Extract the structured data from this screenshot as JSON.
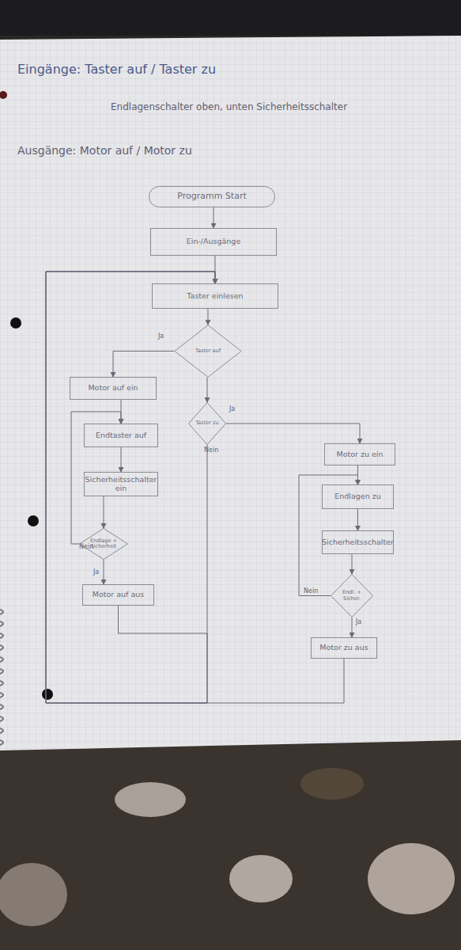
{
  "diagram": {
    "nodes": [
      {
        "text": [
          "Programm Start"
        ]
      },
      {
        "text": [
          "Ein-/Ausgänge"
        ]
      },
      {
        "text": [
          "Taster einlesen"
        ]
      },
      {
        "text": [
          "Taster auf"
        ]
      },
      {
        "text": [
          "Motor auf ein"
        ]
      },
      {
        "text": [
          "Taster zu"
        ]
      },
      {
        "text": [
          "Endtaster auf"
        ]
      },
      {
        "text": [
          "Sicherheitsschalter ein"
        ]
      },
      {
        "text": [
          "Endlage + Sicherheit"
        ]
      },
      {
        "text": [
          "Motor auf aus"
        ]
      },
      {
        "text": [
          "Motor zu ein"
        ]
      },
      {
        "text": [
          "Endlagen zu"
        ]
      },
      {
        "text": [
          "Sicherheitsschalter"
        ]
      },
      {
        "text": [
          "Endl. + Sicher."
        ]
      },
      {
        "text": [
          "Motor zu aus"
        ]
      }
    ],
    "edges": [
      {
        "from": 0,
        "to": 1,
        "arrow": "to"
      },
      {
        "from": 1,
        "to": 2,
        "arrow": "to"
      },
      {
        "from": 2,
        "to": 3,
        "arrow": "to"
      },
      {
        "from": 3,
        "to": 4,
        "label": "Ja",
        "arrow": "to"
      },
      {
        "from": 3,
        "to": 5,
        "arrow": "to"
      },
      {
        "from": 5,
        "to": 10,
        "label": "Ja",
        "arrow": "to"
      },
      {
        "from": 4,
        "to": 6,
        "arrow": "to"
      },
      {
        "from": 6,
        "to": 7,
        "arrow": "to"
      },
      {
        "from": 7,
        "to": 8,
        "arrow": "to"
      },
      {
        "from": 8,
        "to": 6,
        "label": "Nein",
        "arrow": "to"
      },
      {
        "from": 8,
        "to": 9,
        "label": "Ja",
        "arrow": "to"
      },
      {
        "from": 10,
        "to": 11,
        "arrow": "to"
      },
      {
        "from": 11,
        "to": 12,
        "arrow": "to"
      },
      {
        "from": 12,
        "to": 13,
        "arrow": "to"
      },
      {
        "from": 13,
        "to": 11,
        "label": "Nein",
        "arrow": "to"
      },
      {
        "from": 13,
        "to": 14,
        "label": "Ja",
        "arrow": "to"
      },
      {
        "from": 5,
        "to": 2,
        "label": "Nein",
        "arrow": "to"
      },
      {
        "from": 9,
        "to": 2,
        "arrow": "to"
      },
      {
        "from": 14,
        "to": 2,
        "arrow": "to"
      }
    ],
    "labels": [
      "Eingänge: Taster auf / Taster zu",
      "Endlagenschalter oben, unten Sicherheitsschalter",
      "Ausgänge: Motor auf / Motor zu"
    ]
  }
}
